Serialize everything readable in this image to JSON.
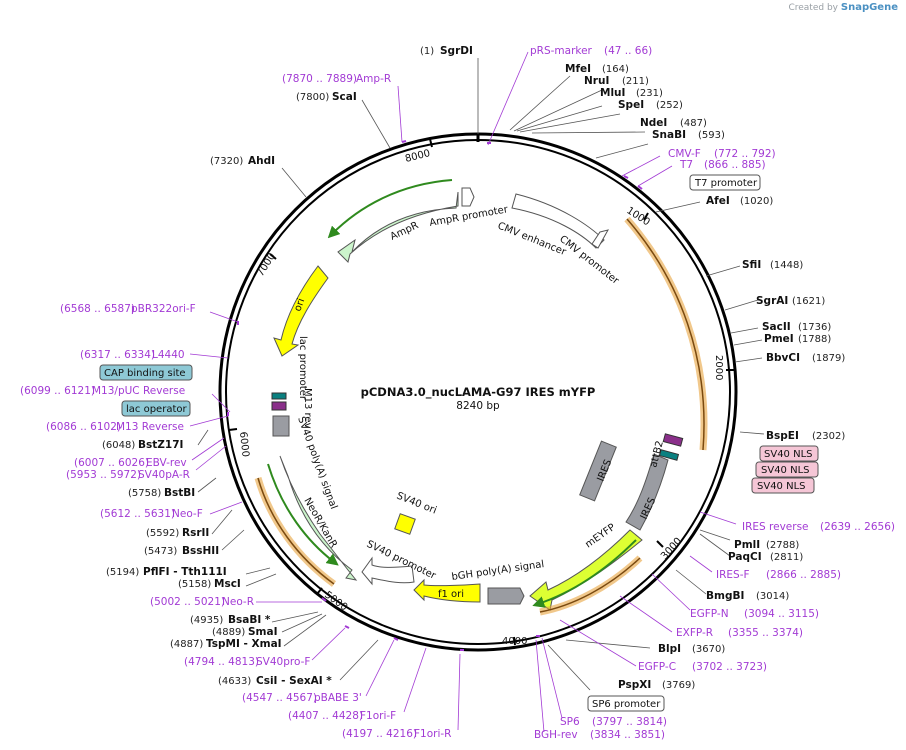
{
  "credit": {
    "prefix": "Created by",
    "brand": "SnapGene"
  },
  "plasmid": {
    "name": "pCDNA3.0_nucLAMA-G97 IRES mYFP",
    "length": "8240 bp"
  },
  "ticks": [
    "1000",
    "2000",
    "3000",
    "4000",
    "5000",
    "6000",
    "7000",
    "8000"
  ],
  "enzymes": [
    {
      "pos": "(1)",
      "name": "SgrDI"
    },
    {
      "pos": "(164)",
      "name": "MfeI"
    },
    {
      "pos": "(211)",
      "name": "NruI"
    },
    {
      "pos": "(231)",
      "name": "MluI"
    },
    {
      "pos": "(252)",
      "name": "SpeI"
    },
    {
      "pos": "(487)",
      "name": "NdeI"
    },
    {
      "pos": "(593)",
      "name": "SnaBI"
    },
    {
      "pos": "(1020)",
      "name": "AfeI"
    },
    {
      "pos": "(1448)",
      "name": "SfiI"
    },
    {
      "pos": "(1621)",
      "name": "SgrAI"
    },
    {
      "pos": "(1736)",
      "name": "SacII"
    },
    {
      "pos": "(1788)",
      "name": "PmeI"
    },
    {
      "pos": "(1879)",
      "name": "BbvCI"
    },
    {
      "pos": "(2302)",
      "name": "BspEI"
    },
    {
      "pos": "(2788)",
      "name": "PmlI"
    },
    {
      "pos": "(2811)",
      "name": "PaqCI"
    },
    {
      "pos": "(3014)",
      "name": "BmgBI"
    },
    {
      "pos": "(3670)",
      "name": "BlpI"
    },
    {
      "pos": "(3769)",
      "name": "PspXI"
    },
    {
      "pos": "(7800)",
      "name": "ScaI"
    },
    {
      "pos": "(7320)",
      "name": "AhdI"
    },
    {
      "pos": "(6048)",
      "name": "BstZ17I"
    },
    {
      "pos": "(5758)",
      "name": "BstBI"
    },
    {
      "pos": "(5592)",
      "name": "RsrII"
    },
    {
      "pos": "(5473)",
      "name": "BssHII"
    },
    {
      "pos": "(5194)",
      "name": "PflFI  - Tth111I"
    },
    {
      "pos": "(5158)",
      "name": "MscI"
    },
    {
      "pos": "(4935)",
      "name": "BsaBI *"
    },
    {
      "pos": "(4889)",
      "name": "SmaI"
    },
    {
      "pos": "(4887)",
      "name": "TspMI  - XmaI"
    },
    {
      "pos": "(4633)",
      "name": "CsiI  - SexAI *"
    }
  ],
  "primers": [
    {
      "name": "pRS-marker",
      "range": "(47 .. 66)"
    },
    {
      "name": "CMV-F",
      "range": "(772 .. 792)"
    },
    {
      "name": "T7",
      "range": "(866 .. 885)"
    },
    {
      "name": "IRES reverse",
      "range": "(2639 .. 2656)"
    },
    {
      "name": "IRES-F",
      "range": "(2866 .. 2885)"
    },
    {
      "name": "EGFP-N",
      "range": "(3094 .. 3115)"
    },
    {
      "name": "EXFP-R",
      "range": "(3355 .. 3374)"
    },
    {
      "name": "EGFP-C",
      "range": "(3702 .. 3723)"
    },
    {
      "name": "SP6",
      "range": "(3797 .. 3814)"
    },
    {
      "name": "BGH-rev",
      "range": "(3834 .. 3851)"
    },
    {
      "name": "Amp-R",
      "range": "(7870 .. 7889)"
    },
    {
      "name": "pBR322ori-F",
      "range": "(6568 .. 6587)"
    },
    {
      "name": "L4440",
      "range": "(6317 .. 6334)"
    },
    {
      "name": "M13/pUC Reverse",
      "range": "(6099 .. 6121)"
    },
    {
      "name": "M13 Reverse",
      "range": "(6086 .. 6102)"
    },
    {
      "name": "EBV-rev",
      "range": "(6007 .. 6026)"
    },
    {
      "name": "SV40pA-R",
      "range": "(5953 .. 5972)"
    },
    {
      "name": "Neo-F",
      "range": "(5612 .. 5631)"
    },
    {
      "name": "Neo-R",
      "range": "(5002 .. 5021)"
    },
    {
      "name": "SV40pro-F",
      "range": "(4794 .. 4813)"
    },
    {
      "name": "pBABE 3'",
      "range": "(4547 .. 4567)"
    },
    {
      "name": "F1ori-F",
      "range": "(4407 .. 4428)"
    },
    {
      "name": "F1ori-R",
      "range": "(4197 .. 4216)"
    }
  ],
  "boxed_labels": {
    "t7_promoter": "T7 promoter",
    "sp6_promoter": "SP6 promoter",
    "cap_binding_site": "CAP binding site",
    "lac_operator": "lac operator",
    "sv40_nls": "SV40 NLS"
  },
  "features": {
    "ampr": "AmpR",
    "ampr_promoter": "AmpR promoter",
    "cmv_enhancer": "CMV enhancer",
    "cmv_promoter": "CMV promoter",
    "ori": "ori",
    "lac_promoter": "lac promoter",
    "m13_rev": "M13 rev",
    "sv40_polya": "SV40 poly(A) signal",
    "neor": "NeoR/KanR",
    "sv40_ori": "SV40 ori",
    "sv40_promoter": "SV40 promoter",
    "f1_ori": "f1 ori",
    "bgh_polya": "bGH poly(A) signal",
    "myfp": "mEYFP",
    "ires": "IRES",
    "ires2": "IRES",
    "attb2": "attB2"
  },
  "colors": {
    "primer": "#a23ad4",
    "ampr": "#ccf5cc",
    "ori": "#ffff00",
    "myfp": "#ddff33",
    "orf_arrow": "#e8a33d",
    "green_arrow": "#2f8a1e",
    "nls": "#f5c6d6",
    "box_blue": "#8ec9d6"
  }
}
